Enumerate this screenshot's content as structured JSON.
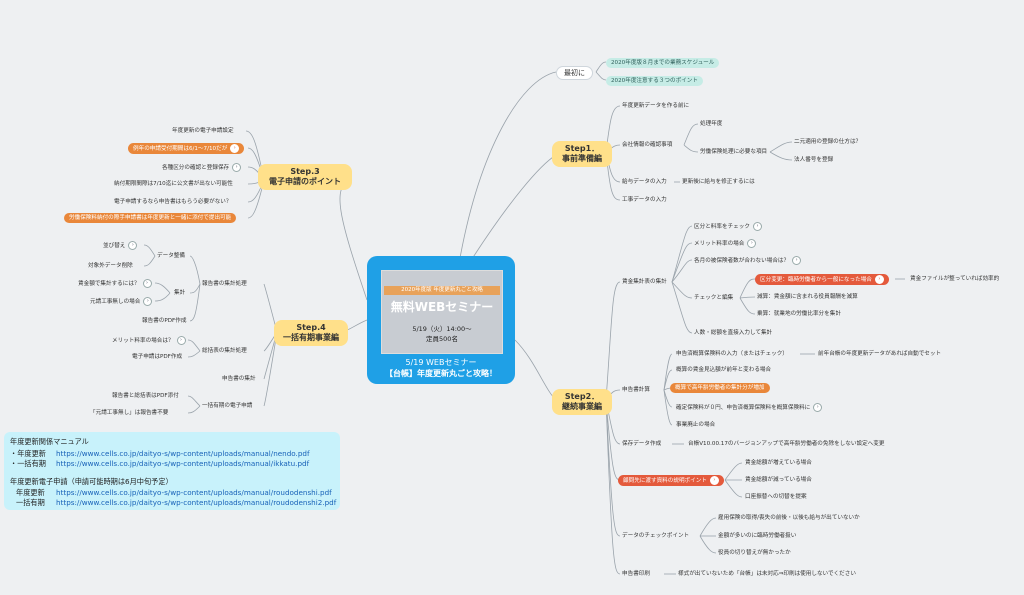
{
  "center": {
    "banner": "2020年度版 年度更新丸ごと攻略",
    "title": "無料WEBセミナー",
    "datetime": "5/19（火）14:00〜",
    "capacity": "定員500名",
    "caption1": "5/19 WEBセミナー",
    "caption2": "【台帳】年度更新丸ごと攻略！"
  },
  "first": {
    "label": "最初に",
    "items": [
      "2020年度版８月までの業務スケジュール",
      "2020年度注意する３つのポイント"
    ]
  },
  "step1": {
    "label": "Step1．\n事前準備編",
    "a": "年度更新データを作る前に",
    "b": "会社情報の確認事項",
    "b1": "処理年度",
    "b2": "労働保険処理に必要な項目",
    "b2a": "二元適用の登録の仕方は？",
    "b2b": "法人番号を登録",
    "c": "給与データの入力",
    "c1": "更新後に給与を修正するには",
    "d": "工事データの入力"
  },
  "step2": {
    "label": "Step2．\n継続事業編",
    "wage": "賃金集計表の集計",
    "w1": "区分と料率をチェック",
    "w2": "メリット料率の場合",
    "w3": "各月の被保険者数が合わない場合は？",
    "check": "チェックと編集",
    "c1": "区分変更：臨時労働者から一般になった場合",
    "c1a": "賃金ファイルが整っていれば効率的",
    "c2": "減算：賃金額に含まれる役員報酬を減算",
    "c3": "乗算：就業地の労働比率分を集計",
    "w4": "人数・総額を直接入力して集計",
    "report": "申告書計算",
    "r1": "申告済概算保険料の入力（またはチェック）",
    "r1a": "前年台帳の年度更新データがあれば自動でセット",
    "r2": "概算の賃金見込額が前年と変わる場合",
    "r3": "概算で高年齢労働者の集計分が増加",
    "r4": "確定保険料が０円、申告済概算保険料を概算保険料に",
    "r5": "事業廃止の場合",
    "save": "保存データ作成",
    "save1": "台帳V10.00.17のバージョンアップで高年齢労働者の免除をしない設定へ変更",
    "explain": "顧問先に渡す資料の説明ポイント",
    "e1": "賃金総額が増えている場合",
    "e2": "賃金総額が減っている場合",
    "e3": "口座振替への切替を提案",
    "datacheck": "データのチェックポイント",
    "d1": "雇用保険の取得/喪失の前後・以後も給与が出ていないか",
    "d2": "金額が多いのに臨時労働者扱い",
    "d3": "役員の切り替えが無かったか",
    "print": "申告書印刷",
    "print1": "様式が出ていないため「台帳」は未対応⇒印刷は使用しないでください"
  },
  "step3": {
    "label": "Step.3\n電子申請のポイント",
    "i1": "年度更新の電子申請設定",
    "i2": "例年の申請受付期間は6/1〜7/10だが",
    "i3": "各種区分の確認と登録保存",
    "i4": "納付期限間際は7/10迄に公文書が出ない可能性",
    "i5": "電子申請するなら申告書はもらう必要がない？",
    "i6": "労働保険料納付の際手申請書は年度更新と一緒に添付で提出可能"
  },
  "step4": {
    "label": "Step.4\n一括有期事業編",
    "report": "報告書の集計処理",
    "data": "データ整備",
    "data1": "並び替え",
    "data2": "対象外データ削除",
    "sum": "集計",
    "sum1": "賃金額で集計するには？",
    "sum2": "元請工事無しの場合",
    "pdf": "報告書のPDF作成",
    "total": "総括表の集計処理",
    "total1": "メリット料率の場合は？",
    "total2": "電子申請はPDF作成",
    "decl": "申告書の集計",
    "elec": "一括有期の電子申請",
    "elec1": "報告書と総括表はPDF添付",
    "elec2": "「元請工事無し」は報告書不要"
  },
  "manual": {
    "h1": "年度更新関係マニュアル",
    "l1": "・年度更新",
    "u1": "https://www.cells.co.jp/daityo-s/wp-content/uploads/manual/nendo.pdf",
    "l2": "・一括有期",
    "u2": "https://www.cells.co.jp/daityo-s/wp-content/uploads/manual/ikkatu.pdf",
    "h2": "年度更新電子申請（申請可能時期は6月中旬予定）",
    "l3": "年度更新",
    "u3": "https://www.cells.co.jp/daityo-s/wp-content/uploads/manual/roudodenshi.pdf",
    "l4": "一括有期",
    "u4": "https://www.cells.co.jp/daityo-s/wp-content/uploads/manual/roudodenshi2.pdf"
  },
  "colors": {
    "background": "#eef0f2",
    "step": "#ffe08a",
    "center": "#1fa0e6",
    "mint": "#c6ece6",
    "orange": "#e9873a",
    "red": "#e45a3c",
    "manual": "#c8f2fb"
  }
}
